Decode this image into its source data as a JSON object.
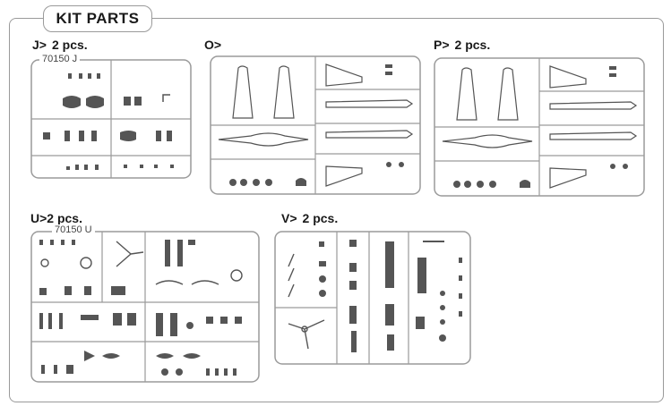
{
  "page": {
    "title": "KIT PARTS"
  },
  "sprues": [
    {
      "id": "J",
      "label": "J>",
      "qty": "2 pcs.",
      "code": "70150 J"
    },
    {
      "id": "O",
      "label": "O>",
      "qty": ""
    },
    {
      "id": "P",
      "label": "P>",
      "qty": "2 pcs."
    },
    {
      "id": "U",
      "label": "U>2 pcs.",
      "qty": "",
      "code": "70150 U"
    },
    {
      "id": "V",
      "label": "V>",
      "qty": "2 pcs."
    }
  ],
  "colors": {
    "line": "#9a9a9a",
    "part": "#555555"
  }
}
